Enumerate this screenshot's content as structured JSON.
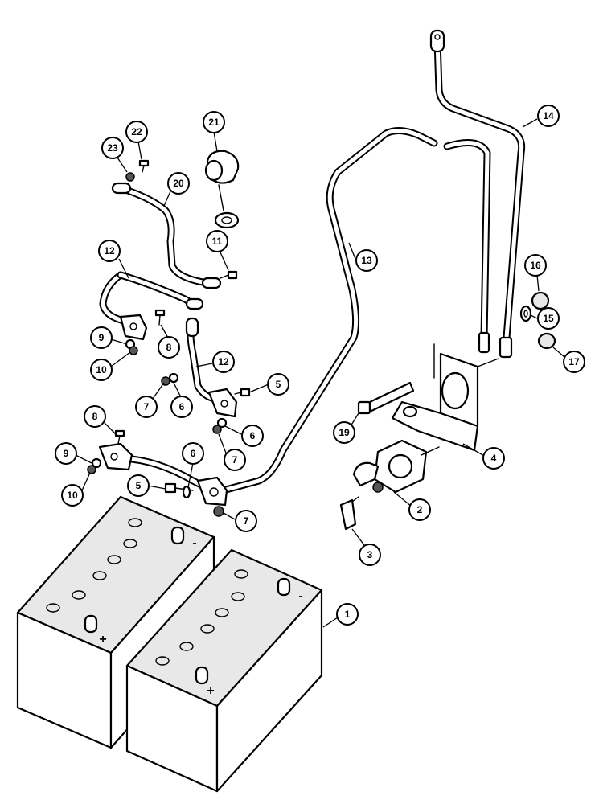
{
  "diagram": {
    "callouts": [
      {
        "id": "c1",
        "label": "1"
      },
      {
        "id": "c2",
        "label": "2"
      },
      {
        "id": "c3",
        "label": "3"
      },
      {
        "id": "c4",
        "label": "4"
      },
      {
        "id": "c5a",
        "label": "5"
      },
      {
        "id": "c5b",
        "label": "5"
      },
      {
        "id": "c6a",
        "label": "6"
      },
      {
        "id": "c6b",
        "label": "6"
      },
      {
        "id": "c6c",
        "label": "6"
      },
      {
        "id": "c7a",
        "label": "7"
      },
      {
        "id": "c7b",
        "label": "7"
      },
      {
        "id": "c7c",
        "label": "7"
      },
      {
        "id": "c8a",
        "label": "8"
      },
      {
        "id": "c8b",
        "label": "8"
      },
      {
        "id": "c9a",
        "label": "9"
      },
      {
        "id": "c9b",
        "label": "9"
      },
      {
        "id": "c10a",
        "label": "10"
      },
      {
        "id": "c10b",
        "label": "10"
      },
      {
        "id": "c11",
        "label": "11"
      },
      {
        "id": "c12a",
        "label": "12"
      },
      {
        "id": "c12b",
        "label": "12"
      },
      {
        "id": "c13",
        "label": "13"
      },
      {
        "id": "c14",
        "label": "14"
      },
      {
        "id": "c15",
        "label": "15"
      },
      {
        "id": "c16",
        "label": "16"
      },
      {
        "id": "c17",
        "label": "17"
      },
      {
        "id": "c19",
        "label": "19"
      },
      {
        "id": "c20",
        "label": "20"
      },
      {
        "id": "c21",
        "label": "21"
      },
      {
        "id": "c22",
        "label": "22"
      },
      {
        "id": "c23",
        "label": "23"
      }
    ],
    "terminal_signs": {
      "positive": "+",
      "negative": "-"
    }
  }
}
